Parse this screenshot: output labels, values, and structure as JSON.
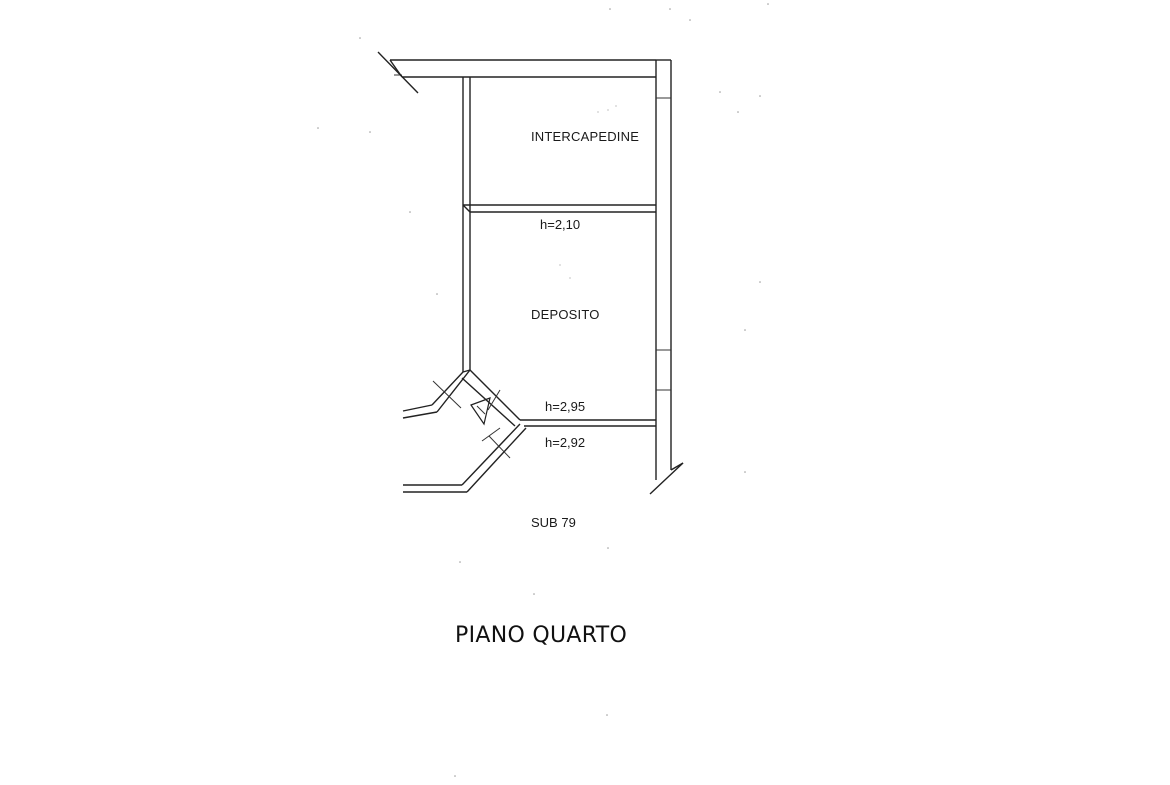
{
  "plan": {
    "rooms": {
      "intercapedine": "INTERCAPEDINE",
      "deposito": "DEPOSITO"
    },
    "heights": {
      "upper": "h=2,10",
      "middle": "h=2,95",
      "lower": "h=2,92"
    },
    "unit": "SUB 79",
    "floor_title": "PIANO QUARTO"
  },
  "colors": {
    "line": "#222222",
    "text": "#1a1a1a",
    "background": "#ffffff"
  }
}
